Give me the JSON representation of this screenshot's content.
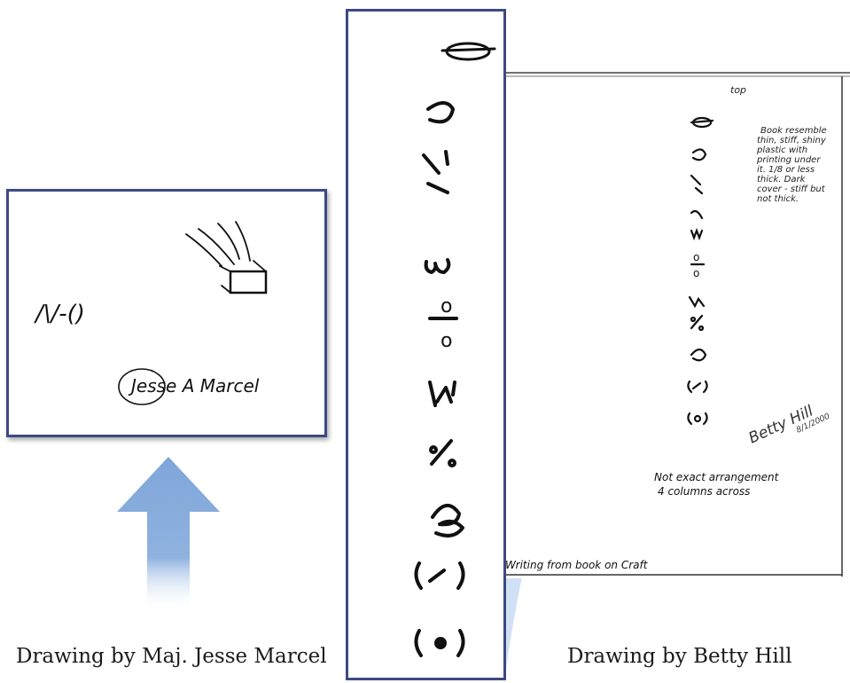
{
  "captions": {
    "left": "Drawing by Maj. Jesse Marcel",
    "right": "Drawing by Betty Hill"
  },
  "betty_sheet": {
    "top_label": "top",
    "note_right": [
      "Book resemble",
      "thin, stiff, shiny",
      "plastic with",
      "printing under",
      "it. 1/8 or less",
      "thick. Dark",
      "cover - stiff but",
      "not thick."
    ],
    "note_bottom": [
      "Not exact arrangement",
      "4 columns across"
    ],
    "footer": "Writing from book on Craft",
    "signature": "Betty Hill",
    "signature_date": "8/1/2000"
  },
  "marcel_sheet": {
    "symbols": "/\\/-()",
    "signature": "Jesse A Marcel"
  },
  "colors": {
    "frame": "#3c4a82",
    "arrow_blue": "#7fa6d9",
    "arrow_light": "#dbe8f7"
  }
}
